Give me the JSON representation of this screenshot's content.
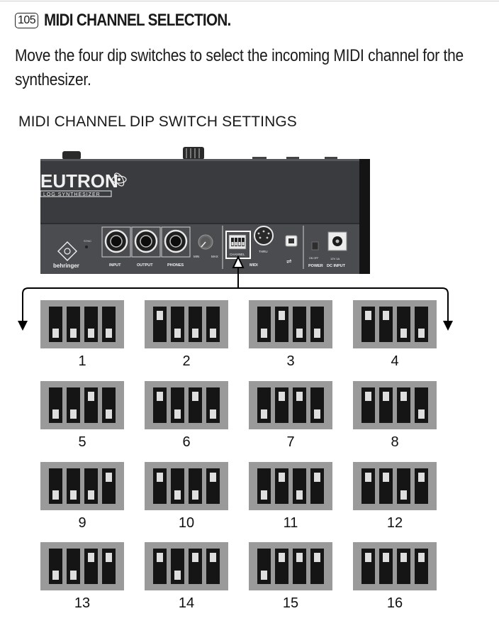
{
  "section": {
    "number": "105",
    "title": "MIDI CHANNEL SELECTION.",
    "description": "Move the four dip switches to select the incoming MIDI channel for the synthesizer."
  },
  "diagram": {
    "heading": "MIDI CHANNEL DIP SWITCH SETTINGS",
    "device": {
      "logo_text": "EUTRON",
      "logo_sub": "LOG SYNTHESIZER",
      "brand": "behringer",
      "sync_label": "SYNC",
      "jacks": [
        "INPUT",
        "OUTPUT",
        "PHONES"
      ],
      "knob_labels": [
        "MIN",
        "MAX"
      ],
      "switch_label": "CHANNEL",
      "midi_label": "MIDI",
      "thru_label": "THRU",
      "power_label": "POWER",
      "power_on_off": "ON OFF",
      "dc_label": "DC INPUT",
      "dc_spec": "12V 1A"
    },
    "switch_settings": [
      {
        "channel": "1",
        "up": [
          false,
          false,
          false,
          false
        ]
      },
      {
        "channel": "2",
        "up": [
          true,
          false,
          false,
          false
        ]
      },
      {
        "channel": "3",
        "up": [
          false,
          true,
          false,
          false
        ]
      },
      {
        "channel": "4",
        "up": [
          true,
          true,
          false,
          false
        ]
      },
      {
        "channel": "5",
        "up": [
          false,
          false,
          true,
          false
        ]
      },
      {
        "channel": "6",
        "up": [
          true,
          false,
          true,
          false
        ]
      },
      {
        "channel": "7",
        "up": [
          false,
          true,
          true,
          false
        ]
      },
      {
        "channel": "8",
        "up": [
          true,
          true,
          true,
          false
        ]
      },
      {
        "channel": "9",
        "up": [
          false,
          false,
          false,
          true
        ]
      },
      {
        "channel": "10",
        "up": [
          true,
          false,
          false,
          true
        ]
      },
      {
        "channel": "11",
        "up": [
          false,
          true,
          false,
          true
        ]
      },
      {
        "channel": "12",
        "up": [
          true,
          true,
          false,
          true
        ]
      },
      {
        "channel": "13",
        "up": [
          false,
          false,
          true,
          true
        ]
      },
      {
        "channel": "14",
        "up": [
          true,
          false,
          true,
          true
        ]
      },
      {
        "channel": "15",
        "up": [
          false,
          true,
          true,
          true
        ]
      },
      {
        "channel": "16",
        "up": [
          true,
          true,
          true,
          true
        ]
      }
    ]
  }
}
